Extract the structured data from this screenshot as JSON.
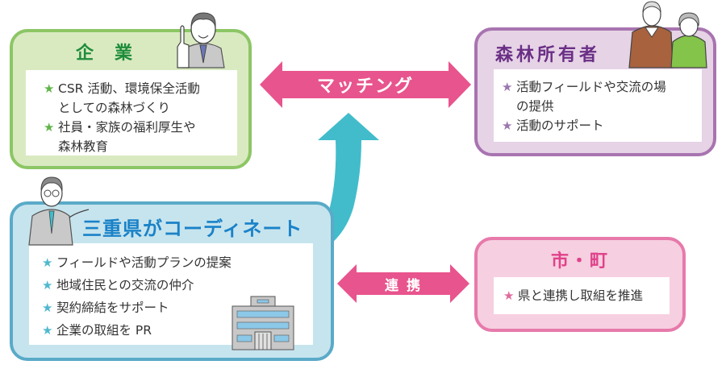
{
  "colors": {
    "company_bg": "#d9eac1",
    "company_border": "#8cc665",
    "company_title": "#1e8c3a",
    "company_star": "#5fb548",
    "owner_bg": "#e6d3e6",
    "owner_border": "#a874b0",
    "owner_title": "#6a2f85",
    "owner_star": "#9a76b0",
    "pref_bg": "#c6e4ee",
    "pref_border": "#5aaac8",
    "pref_title": "#1a82c8",
    "pref_star": "#4fb8cf",
    "city_bg": "#f6cfe0",
    "city_border": "#e77aab",
    "city_title": "#e0418a",
    "city_star": "#e06a9c",
    "arrow_pink": "#e8548d",
    "arrow_teal": "#42bccb"
  },
  "company": {
    "title": "企　業",
    "star": "★",
    "items": [
      "CSR 活動、環境保全活動",
      "としての森林づくり",
      "社員・家族の福利厚生や",
      "森林教育"
    ]
  },
  "owner": {
    "title": "森林所有者",
    "star": "★",
    "items": [
      "活動フィールドや交流の場",
      "の提供",
      "活動のサポート"
    ]
  },
  "prefecture": {
    "title": "三重県がコーディネート",
    "star": "★",
    "items": [
      "フィールドや活動プランの提案",
      "地域住民との交流の仲介",
      "契約締結をサポート",
      "企業の取組を PR"
    ]
  },
  "city": {
    "title": "市・町",
    "star": "★",
    "items": [
      "県と連携し取組を推進"
    ]
  },
  "arrows": {
    "matching_label": "マッチング",
    "cooperation_label": "連 携"
  }
}
